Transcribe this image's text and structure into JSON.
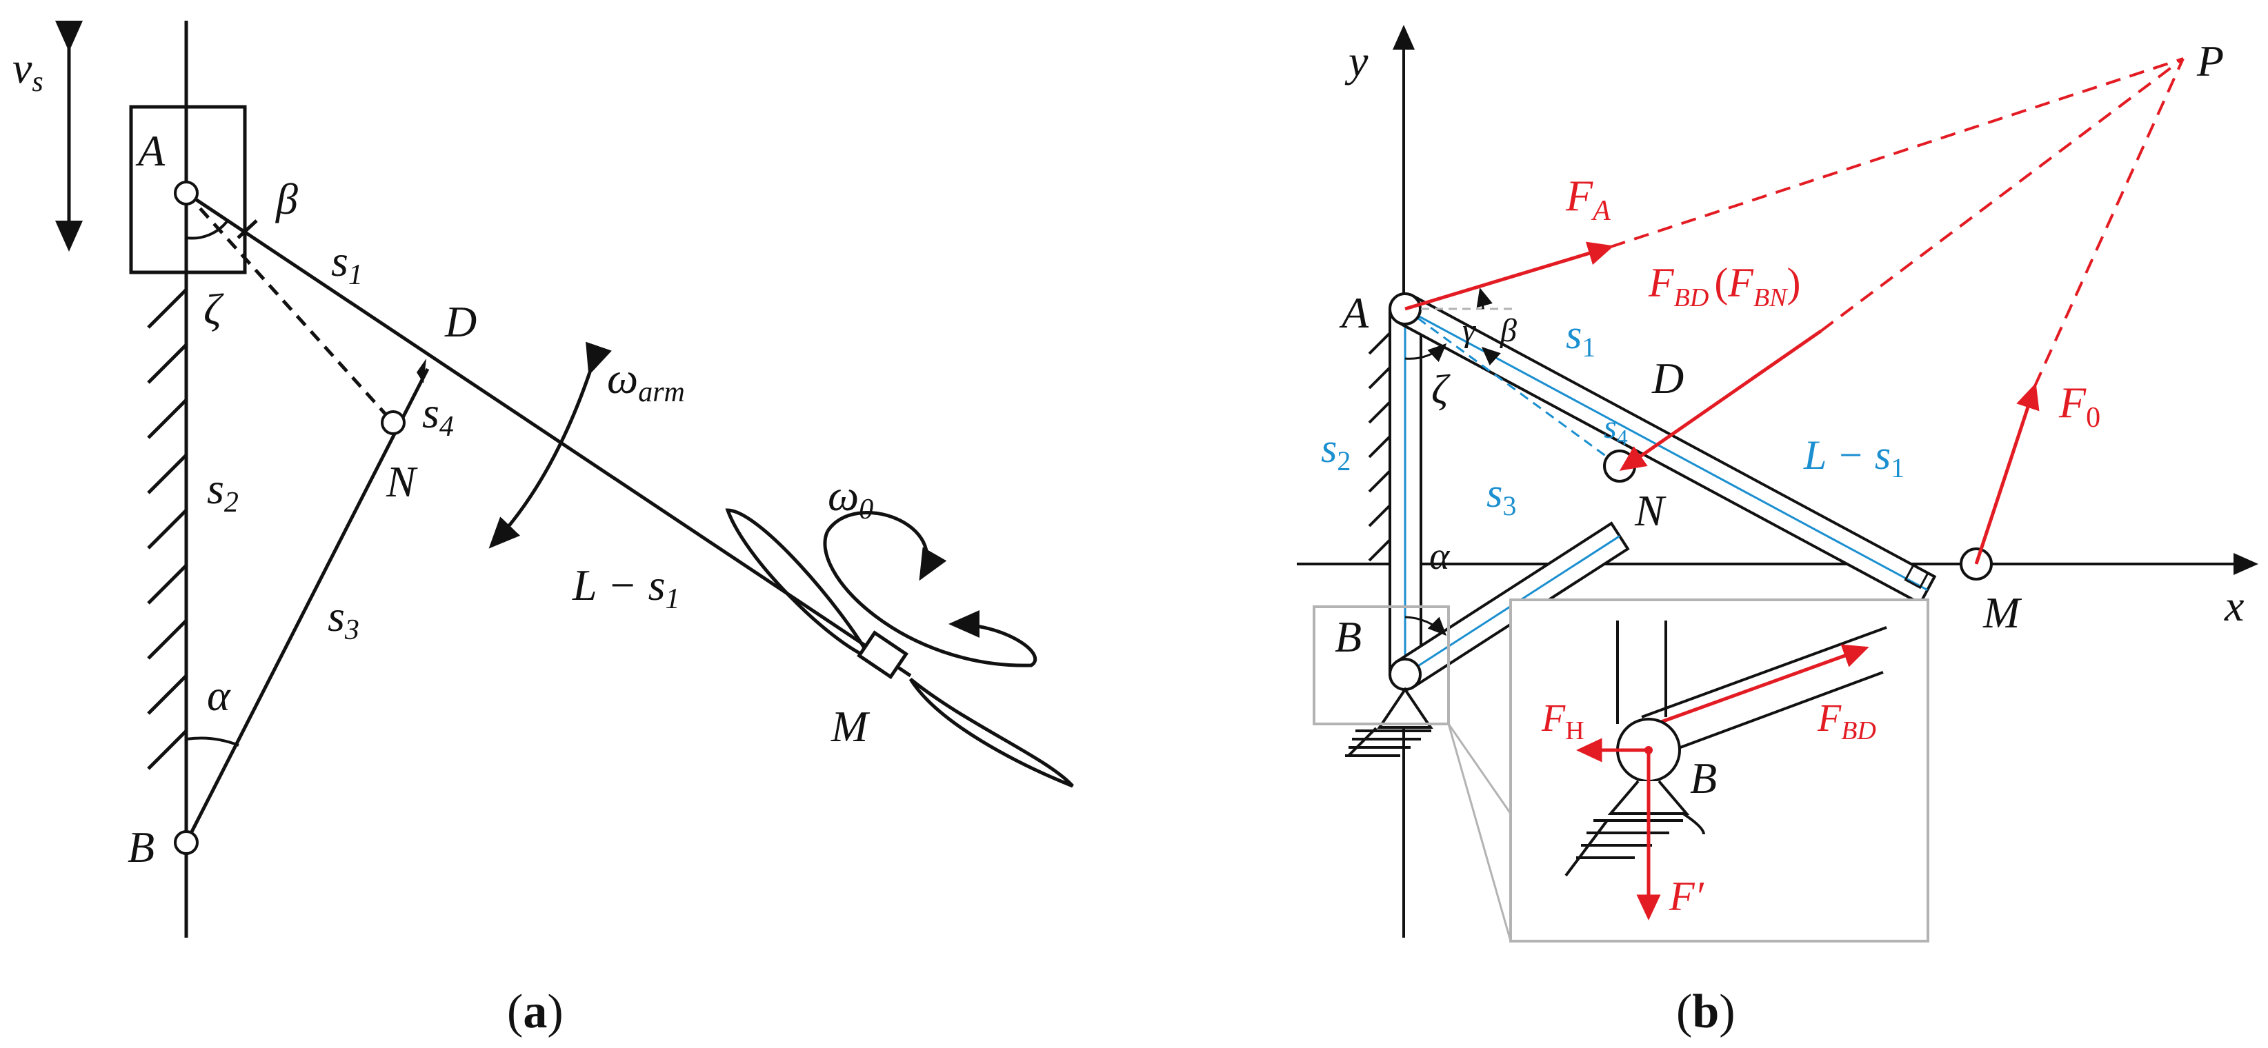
{
  "panel_a": {
    "caption_open": "(",
    "caption_letter": "a",
    "caption_close": ")",
    "labels": {
      "vs_main": "v",
      "vs_sub": "s",
      "A": "A",
      "beta": "β",
      "zeta": "ζ",
      "s1_main": "s",
      "s1_sub": "1",
      "D": "D",
      "omega_arm_main": "ω",
      "omega_arm_sub": "arm",
      "s4_main": "s",
      "s4_sub": "4",
      "N": "N",
      "s2_main": "s",
      "s2_sub": "2",
      "omega0_main": "ω",
      "omega0_sub": "0",
      "L_s1_main": "L − s",
      "L_s1_sub": "1",
      "s3_main": "s",
      "s3_sub": "3",
      "alpha": "α",
      "M": "M",
      "B": "B"
    }
  },
  "panel_b": {
    "caption_open": "(",
    "caption_letter": "b",
    "caption_close": ")",
    "labels": {
      "y": "y",
      "x": "x",
      "P": "P",
      "FA_main": "F",
      "FA_sub": "A",
      "gamma": "γ",
      "A": "A",
      "FBD_main": "F",
      "FBD_sub": "BD",
      "FBN_open": "(",
      "FBN_main": "F",
      "FBN_sub": "BN",
      "FBN_close": ")",
      "beta": "β",
      "s1_main": "s",
      "s1_sub": "1",
      "D": "D",
      "zeta": "ζ",
      "s4_main": "s",
      "s4_sub": "4",
      "L_s1_main": "L − s",
      "L_s1_sub": "1",
      "F0_main": "F",
      "F0_sub": "0",
      "s2_main": "s",
      "s2_sub": "2",
      "s3_main": "s",
      "s3_sub": "3",
      "N": "N",
      "alpha": "α",
      "M": "M",
      "B": "B",
      "inset_FBD_main": "F",
      "inset_FBD_sub": "BD",
      "inset_FH_main": "F",
      "inset_FH_sub": "H",
      "inset_B": "B",
      "inset_Fprime": "F′"
    }
  },
  "colors": {
    "force_red": "#e31b23",
    "length_blue": "#1b8fd0",
    "inset_gray": "#b3b3b3"
  }
}
